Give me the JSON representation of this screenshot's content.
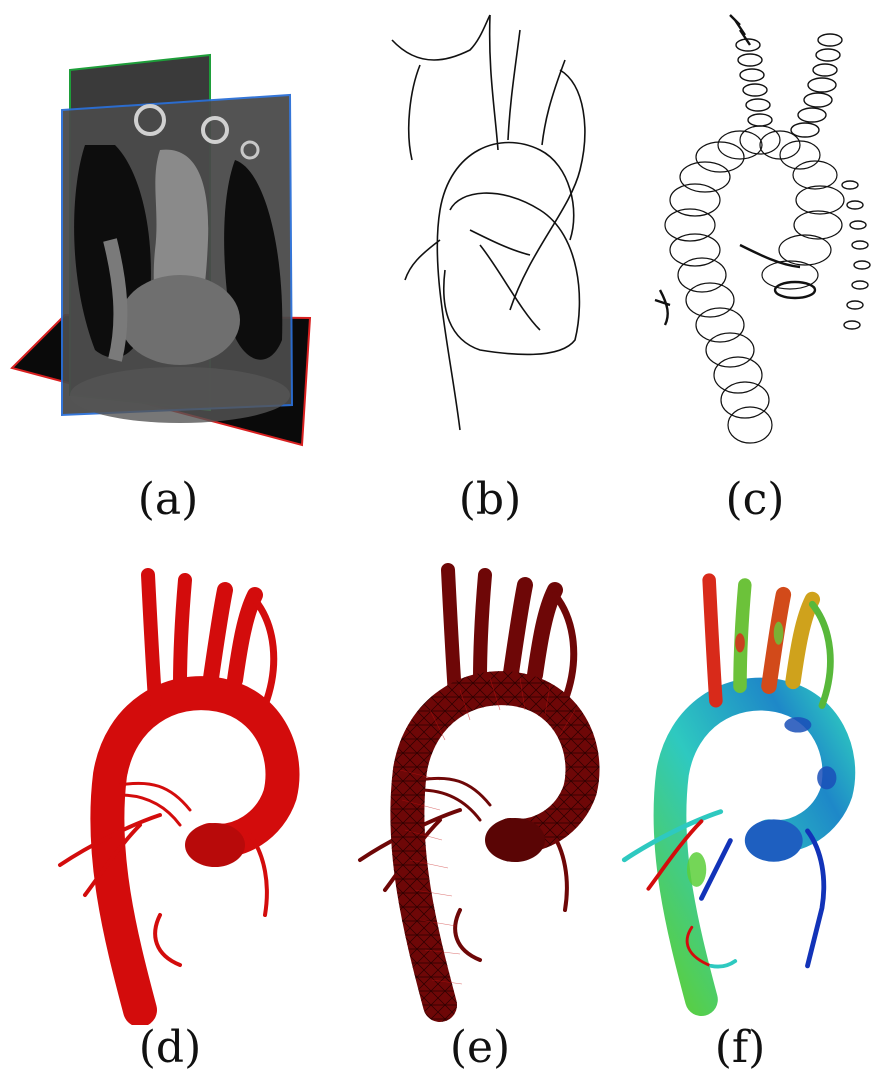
{
  "figure": {
    "panels": [
      {
        "caption": "(a)",
        "content": "ct-orthogonal-slices"
      },
      {
        "caption": "(b)",
        "content": "vessel-centerlines"
      },
      {
        "caption": "(c)",
        "content": "cross-section-circles"
      },
      {
        "caption": "(d)",
        "content": "aorta-surface-model"
      },
      {
        "caption": "(e)",
        "content": "aorta-surface-mesh"
      },
      {
        "caption": "(f)",
        "content": "aorta-colored-surface"
      }
    ]
  },
  "colors": {
    "aorta_red": "#d30c0c",
    "mesh_dark_red": "#6e0707",
    "slice_blue": "#2b6fd6",
    "slice_green": "#1e9e3a",
    "slice_red": "#d82020",
    "map_cyan": "#2ec9c0",
    "map_green": "#5ccf3a",
    "map_blue": "#1233b8"
  }
}
